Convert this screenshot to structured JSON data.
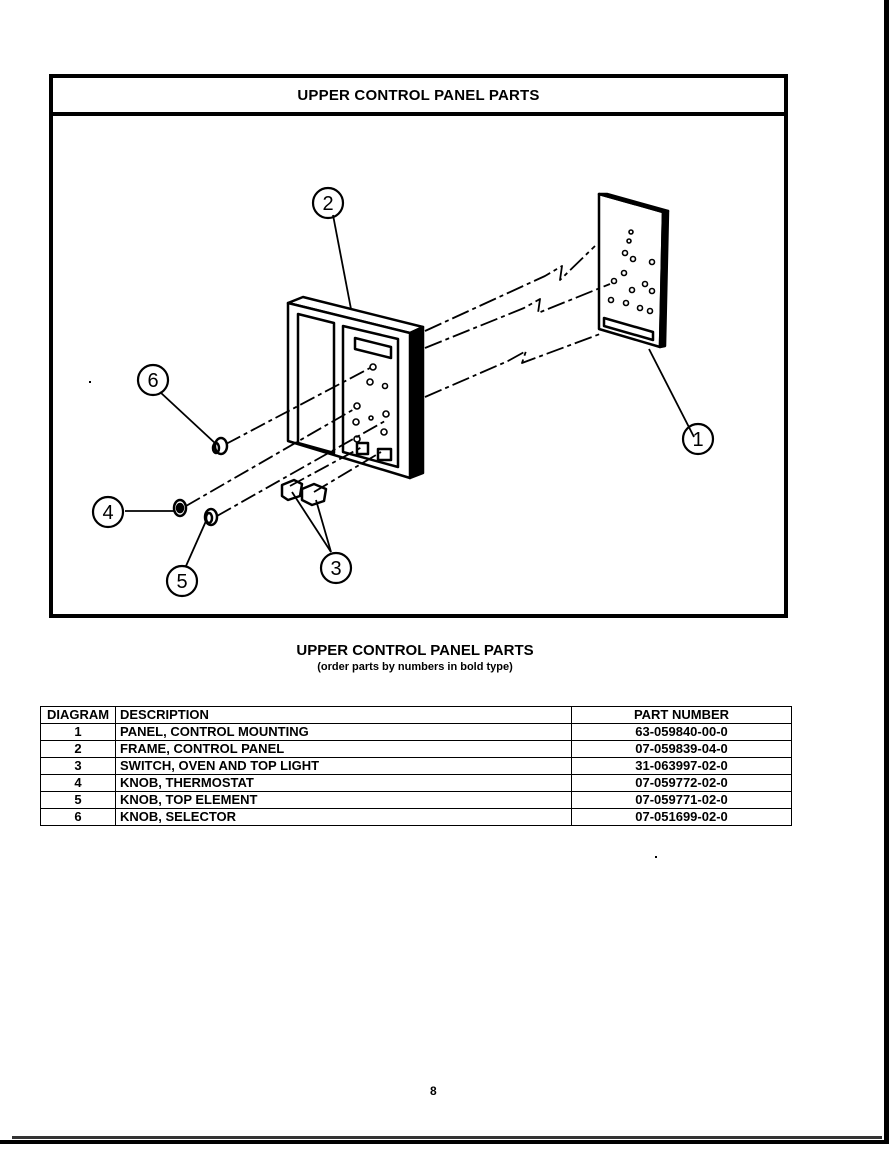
{
  "diagram": {
    "title": "UPPER CONTROL PANEL PARTS",
    "callouts": [
      "1",
      "2",
      "3",
      "4",
      "5",
      "6"
    ]
  },
  "section": {
    "title": "UPPER CONTROL PANEL PARTS",
    "subtitle": "(order parts by numbers in bold type)"
  },
  "table": {
    "headers": [
      "DIAGRAM",
      "DESCRIPTION",
      "PART NUMBER"
    ],
    "rows": [
      {
        "diagram": "1",
        "description": "PANEL, CONTROL MOUNTING",
        "part_number": "63-059840-00-0"
      },
      {
        "diagram": "2",
        "description": "FRAME, CONTROL PANEL",
        "part_number": "07-059839-04-0"
      },
      {
        "diagram": "3",
        "description": "SWITCH, OVEN AND TOP LIGHT",
        "part_number": "31-063997-02-0"
      },
      {
        "diagram": "4",
        "description": "KNOB, THERMOSTAT",
        "part_number": "07-059772-02-0"
      },
      {
        "diagram": "5",
        "description": "KNOB, TOP ELEMENT",
        "part_number": "07-059771-02-0"
      },
      {
        "diagram": "6",
        "description": "KNOB, SELECTOR",
        "part_number": "07-051699-02-0"
      }
    ]
  },
  "page_number": "8"
}
